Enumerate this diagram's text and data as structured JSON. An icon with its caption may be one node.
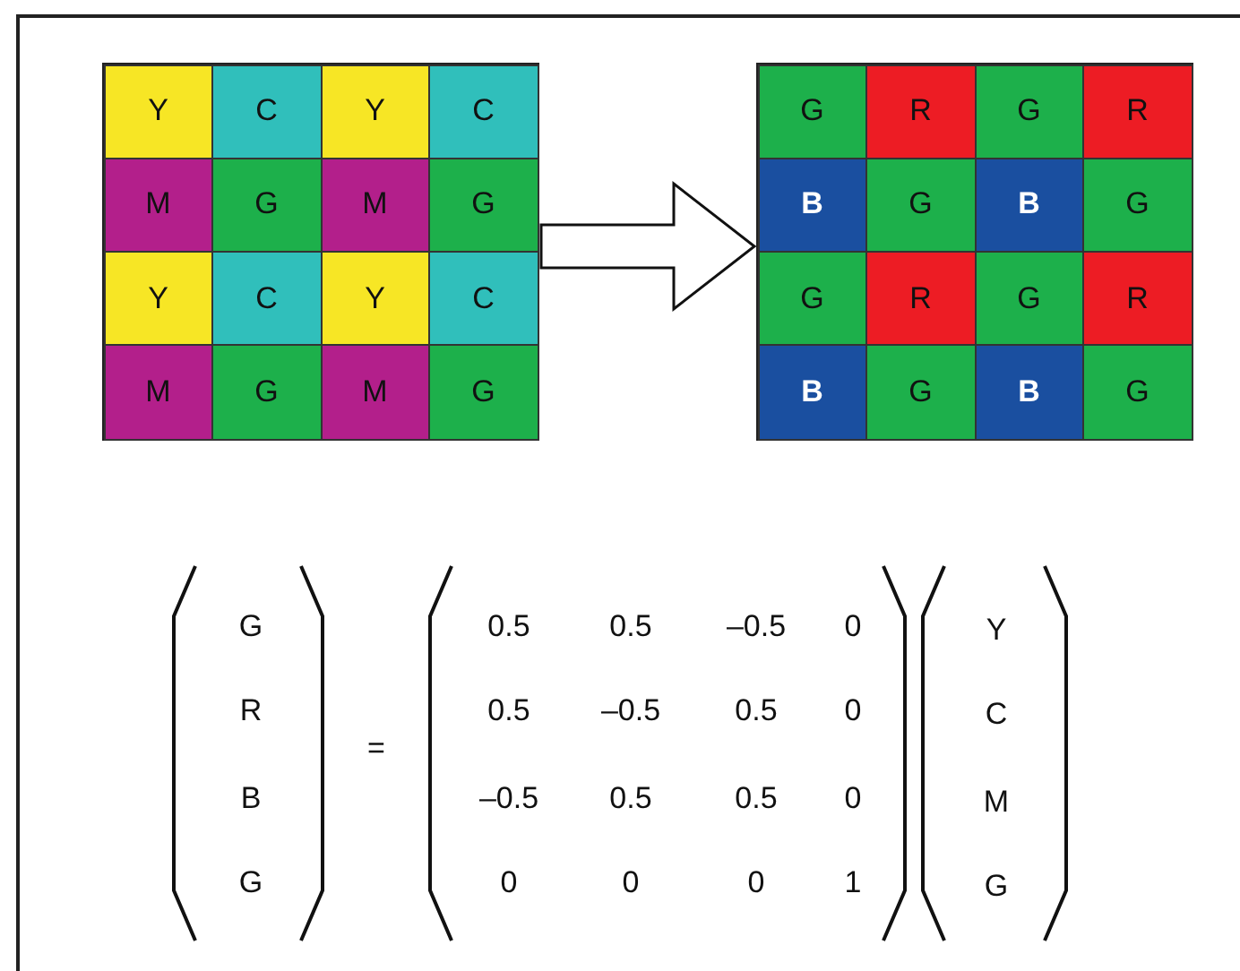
{
  "diagram": {
    "nodes": [
      {
        "text": [
          "Y",
          "C",
          "Y",
          "C",
          "M",
          "G",
          "M",
          "G",
          "Y",
          "C",
          "Y",
          "C",
          "M",
          "G",
          "M",
          "G"
        ]
      },
      {
        "text": [
          "G",
          "R",
          "G",
          "R",
          "B",
          "G",
          "B",
          "G",
          "G",
          "R",
          "G",
          "R",
          "B",
          "G",
          "B",
          "G"
        ]
      }
    ],
    "edges": [
      {
        "from": 0,
        "to": 1,
        "arrow": "to"
      }
    ],
    "labels": [
      "G",
      "R",
      "B",
      "G",
      "=",
      "0.5",
      "0.5",
      "–0.5",
      "0",
      "0.5",
      "–0.5",
      "0.5",
      "0",
      "–0.5",
      "0.5",
      "0.5",
      "0",
      "0",
      "0",
      "0",
      "1",
      "Y",
      "C",
      "M",
      "G"
    ]
  }
}
